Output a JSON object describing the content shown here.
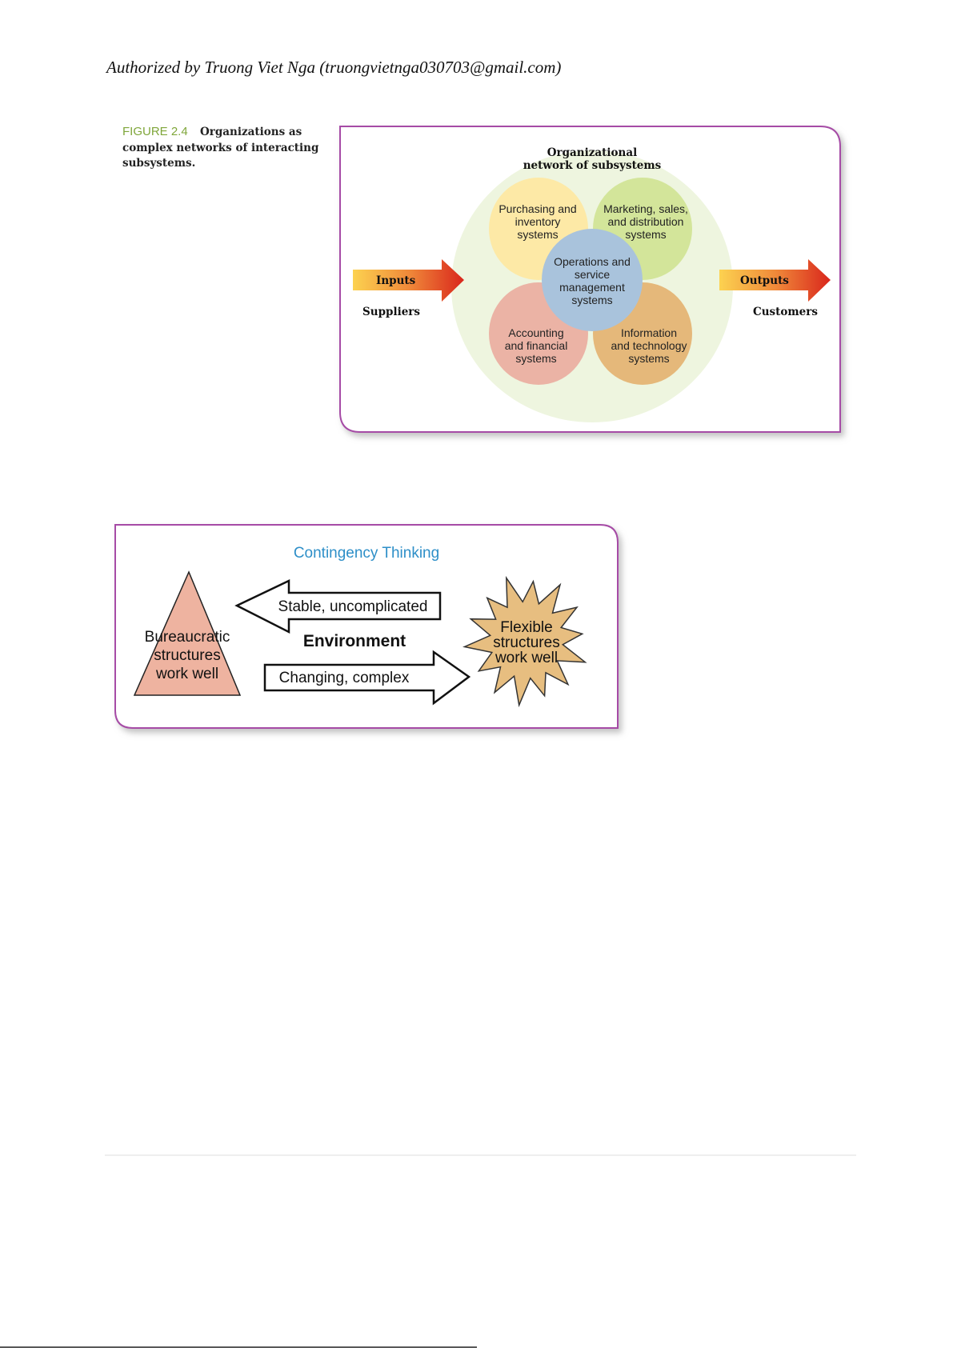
{
  "header": {
    "authorized": "Authorized by Truong Viet Nga (truongvietnga030703@gmail.com)"
  },
  "figure1": {
    "number": "FIGURE 2.4",
    "caption_lines": [
      "Organizations as",
      "complex networks of interacting",
      "subsystems."
    ],
    "network_title": [
      "Organizational",
      "network of subsystems"
    ],
    "purchasing": [
      "Purchasing and",
      "inventory",
      "systems"
    ],
    "marketing": [
      "Marketing, sales,",
      "and distribution",
      "systems"
    ],
    "operations": [
      "Operations and",
      "service",
      "management",
      "systems"
    ],
    "accounting": [
      "Accounting",
      "and financial",
      "systems"
    ],
    "information": [
      "Information",
      "and technology",
      "systems"
    ],
    "inputs": "Inputs",
    "suppliers": "Suppliers",
    "outputs": "Outputs",
    "customers": "Customers",
    "colors": {
      "border": "#a64ca6",
      "outer": "#eef5df",
      "yellow": "#fde9a6",
      "green": "#d3e59a",
      "pink": "#ebb3a5",
      "orange": "#e5b87a",
      "blue": "#a9c3dc"
    }
  },
  "figure2": {
    "title": "Contingency Thinking",
    "left_arrow": "Stable, uncomplicated",
    "environment": "Environment",
    "right_arrow": "Changing, complex",
    "bureaucratic": [
      "Bureaucratic",
      "structures",
      "work well"
    ],
    "flexible": [
      "Flexible",
      "structures",
      "work well"
    ],
    "colors": {
      "title": "#2e8fc8",
      "triangle": "#eeb3a0",
      "star": "#e7be80"
    }
  }
}
